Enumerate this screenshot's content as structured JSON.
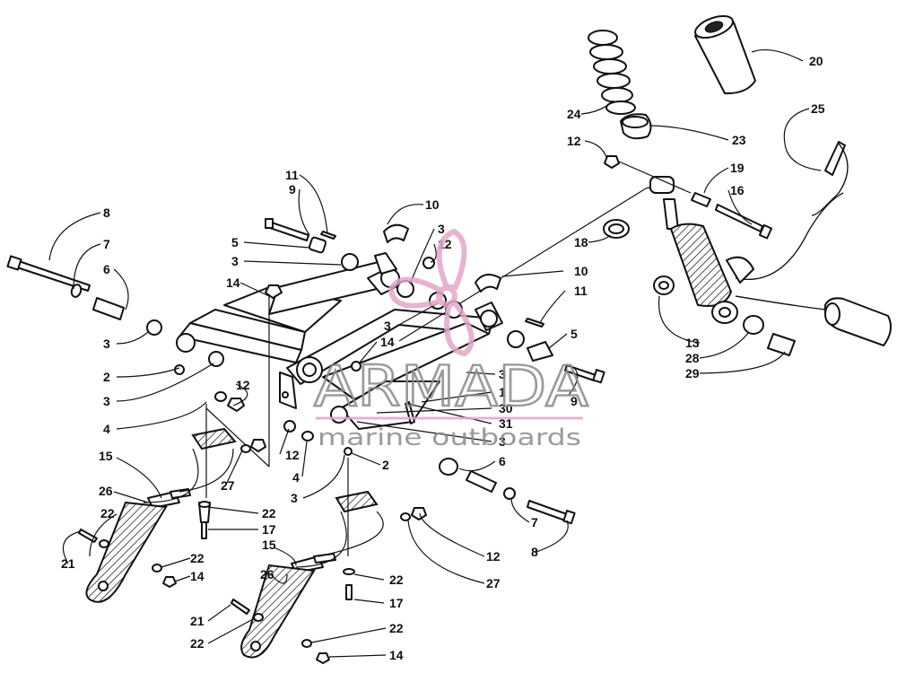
{
  "diagram": {
    "callout_numbers": [
      "1",
      "2",
      "3",
      "4",
      "5",
      "6",
      "7",
      "8",
      "9",
      "10",
      "11",
      "12",
      "13",
      "14",
      "15",
      "16",
      "17",
      "18",
      "19",
      "20",
      "21",
      "22",
      "23",
      "24",
      "25",
      "26",
      "27",
      "28",
      "29",
      "30",
      "31"
    ]
  },
  "watermark": {
    "brand": "ARMADA",
    "tagline": "marine outboards",
    "logo_color": "#e3a6c8",
    "text_color": "#8a8a8a"
  }
}
